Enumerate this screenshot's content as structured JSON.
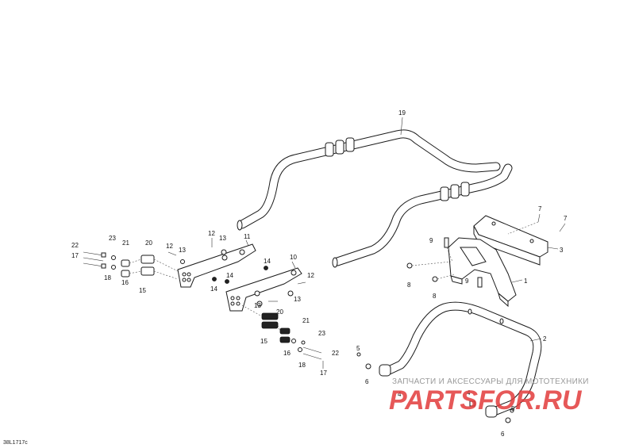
{
  "diagram": {
    "code": "38L1717c",
    "labels": [
      {
        "id": "19",
        "text": "19"
      },
      {
        "id": "7a",
        "text": "7"
      },
      {
        "id": "7b",
        "text": "7"
      },
      {
        "id": "3",
        "text": "3"
      },
      {
        "id": "9a",
        "text": "9"
      },
      {
        "id": "9b",
        "text": "9"
      },
      {
        "id": "8a",
        "text": "8"
      },
      {
        "id": "8b",
        "text": "8"
      },
      {
        "id": "1",
        "text": "1"
      },
      {
        "id": "2",
        "text": "2"
      },
      {
        "id": "5a",
        "text": "5"
      },
      {
        "id": "6a",
        "text": "6"
      },
      {
        "id": "4a",
        "text": "4"
      },
      {
        "id": "4b",
        "text": "4"
      },
      {
        "id": "5b",
        "text": "5"
      },
      {
        "id": "6b",
        "text": "6"
      },
      {
        "id": "22a",
        "text": "22"
      },
      {
        "id": "23a",
        "text": "23"
      },
      {
        "id": "21a",
        "text": "21"
      },
      {
        "id": "20a",
        "text": "20"
      },
      {
        "id": "17a",
        "text": "17"
      },
      {
        "id": "18a",
        "text": "18"
      },
      {
        "id": "16a",
        "text": "16"
      },
      {
        "id": "15a",
        "text": "15"
      },
      {
        "id": "12a",
        "text": "12"
      },
      {
        "id": "13a",
        "text": "13"
      },
      {
        "id": "13b",
        "text": "13"
      },
      {
        "id": "11",
        "text": "11"
      },
      {
        "id": "14a",
        "text": "14"
      },
      {
        "id": "14b",
        "text": "14"
      },
      {
        "id": "14c",
        "text": "14"
      },
      {
        "id": "10",
        "text": "10"
      },
      {
        "id": "12b",
        "text": "12"
      },
      {
        "id": "12c",
        "text": "12"
      },
      {
        "id": "13c",
        "text": "13"
      },
      {
        "id": "13d",
        "text": "13"
      },
      {
        "id": "20b",
        "text": "20"
      },
      {
        "id": "21b",
        "text": "21"
      },
      {
        "id": "15b",
        "text": "15"
      },
      {
        "id": "23b",
        "text": "23"
      },
      {
        "id": "16b",
        "text": "16"
      },
      {
        "id": "22b",
        "text": "22"
      },
      {
        "id": "18b",
        "text": "18"
      },
      {
        "id": "17b",
        "text": "17"
      }
    ]
  },
  "watermark": {
    "tagline": "ЗАПЧАСТИ И АКСЕССУАРЫ ДЛЯ МОТОТЕХНИКИ",
    "brand": "PARTSFOR.RU"
  }
}
